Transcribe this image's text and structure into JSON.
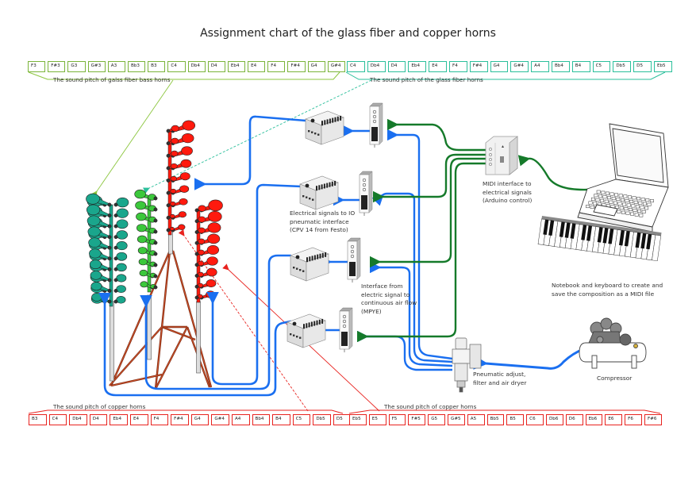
{
  "title": "Assignment chart of the glass fiber and copper horns",
  "colors": {
    "bass_fiber": "#7bb43a",
    "fiber": "#2bbf9b",
    "copper": "#e8231f",
    "air_line": "#1a6ff0",
    "signal_line": "#157a2a",
    "teal_horn": "#1aa68c",
    "green_horn": "#3cc83c",
    "red_horn": "#ff1a0e"
  },
  "note_groups": {
    "bass_fiber": {
      "label": "The sound pitch of galss fiber bass horns",
      "notes": [
        "F3",
        "F#3",
        "G3",
        "G#3",
        "A3",
        "Bb3",
        "B3",
        "C4",
        "Db4",
        "D4",
        "Eb4",
        "E4",
        "F4",
        "F#4",
        "G4",
        "G#4"
      ]
    },
    "fiber": {
      "label": "The sound pitch of the glass fiber horns",
      "notes": [
        "C4",
        "Db4",
        "D4",
        "Eb4",
        "E4",
        "F4",
        "F#4",
        "G4",
        "G#4",
        "A4",
        "Bb4",
        "B4",
        "C5",
        "Db5",
        "D5",
        "Eb5"
      ]
    },
    "copper_low": {
      "label": "The sound pitch of copper horns",
      "notes": [
        "B3",
        "C4",
        "Db4",
        "D4",
        "Eb4",
        "E4",
        "F4",
        "F#4",
        "G4",
        "G#4",
        "A4",
        "Bb4",
        "B4",
        "C5",
        "Db5",
        "D5"
      ]
    },
    "copper_high": {
      "label": "The sound pitch of copper horns",
      "notes": [
        "Eb5",
        "E5",
        "F5",
        "F#5",
        "G5",
        "G#5",
        "A5",
        "Bb5",
        "B5",
        "C6",
        "Db6",
        "D6",
        "Eb6",
        "E6",
        "F6",
        "F#6"
      ]
    }
  },
  "labels": {
    "cpv": "Electrical signals to IO pneumatic interface (CPV 14 from Festo)",
    "mpye": "Interface from electric signal to continuous air flow (MPYE)",
    "midi": "MIDI interface to electrical signals (Arduino control)",
    "notebook": "Notebook and keyboard to create and save the composition as a MIDI file",
    "filter": "Pneumatic adjust, filter and air dryer",
    "compressor": "Compressor"
  },
  "components": [
    {
      "name": "teal-horn-tower",
      "type": "glass fiber bass horns"
    },
    {
      "name": "green-horn-tower",
      "type": "glass fiber horns"
    },
    {
      "name": "red-horn-tower-tall",
      "type": "copper horns"
    },
    {
      "name": "red-horn-tower-short",
      "type": "copper horns"
    },
    {
      "name": "cpv-valve-terminal",
      "count": 4
    },
    {
      "name": "mpye-valve",
      "count": 4
    },
    {
      "name": "midi-interface",
      "count": 1
    },
    {
      "name": "notebook",
      "count": 1
    },
    {
      "name": "midi-keyboard",
      "count": 1
    },
    {
      "name": "air-filter-unit",
      "count": 1
    },
    {
      "name": "compressor",
      "count": 1
    }
  ]
}
